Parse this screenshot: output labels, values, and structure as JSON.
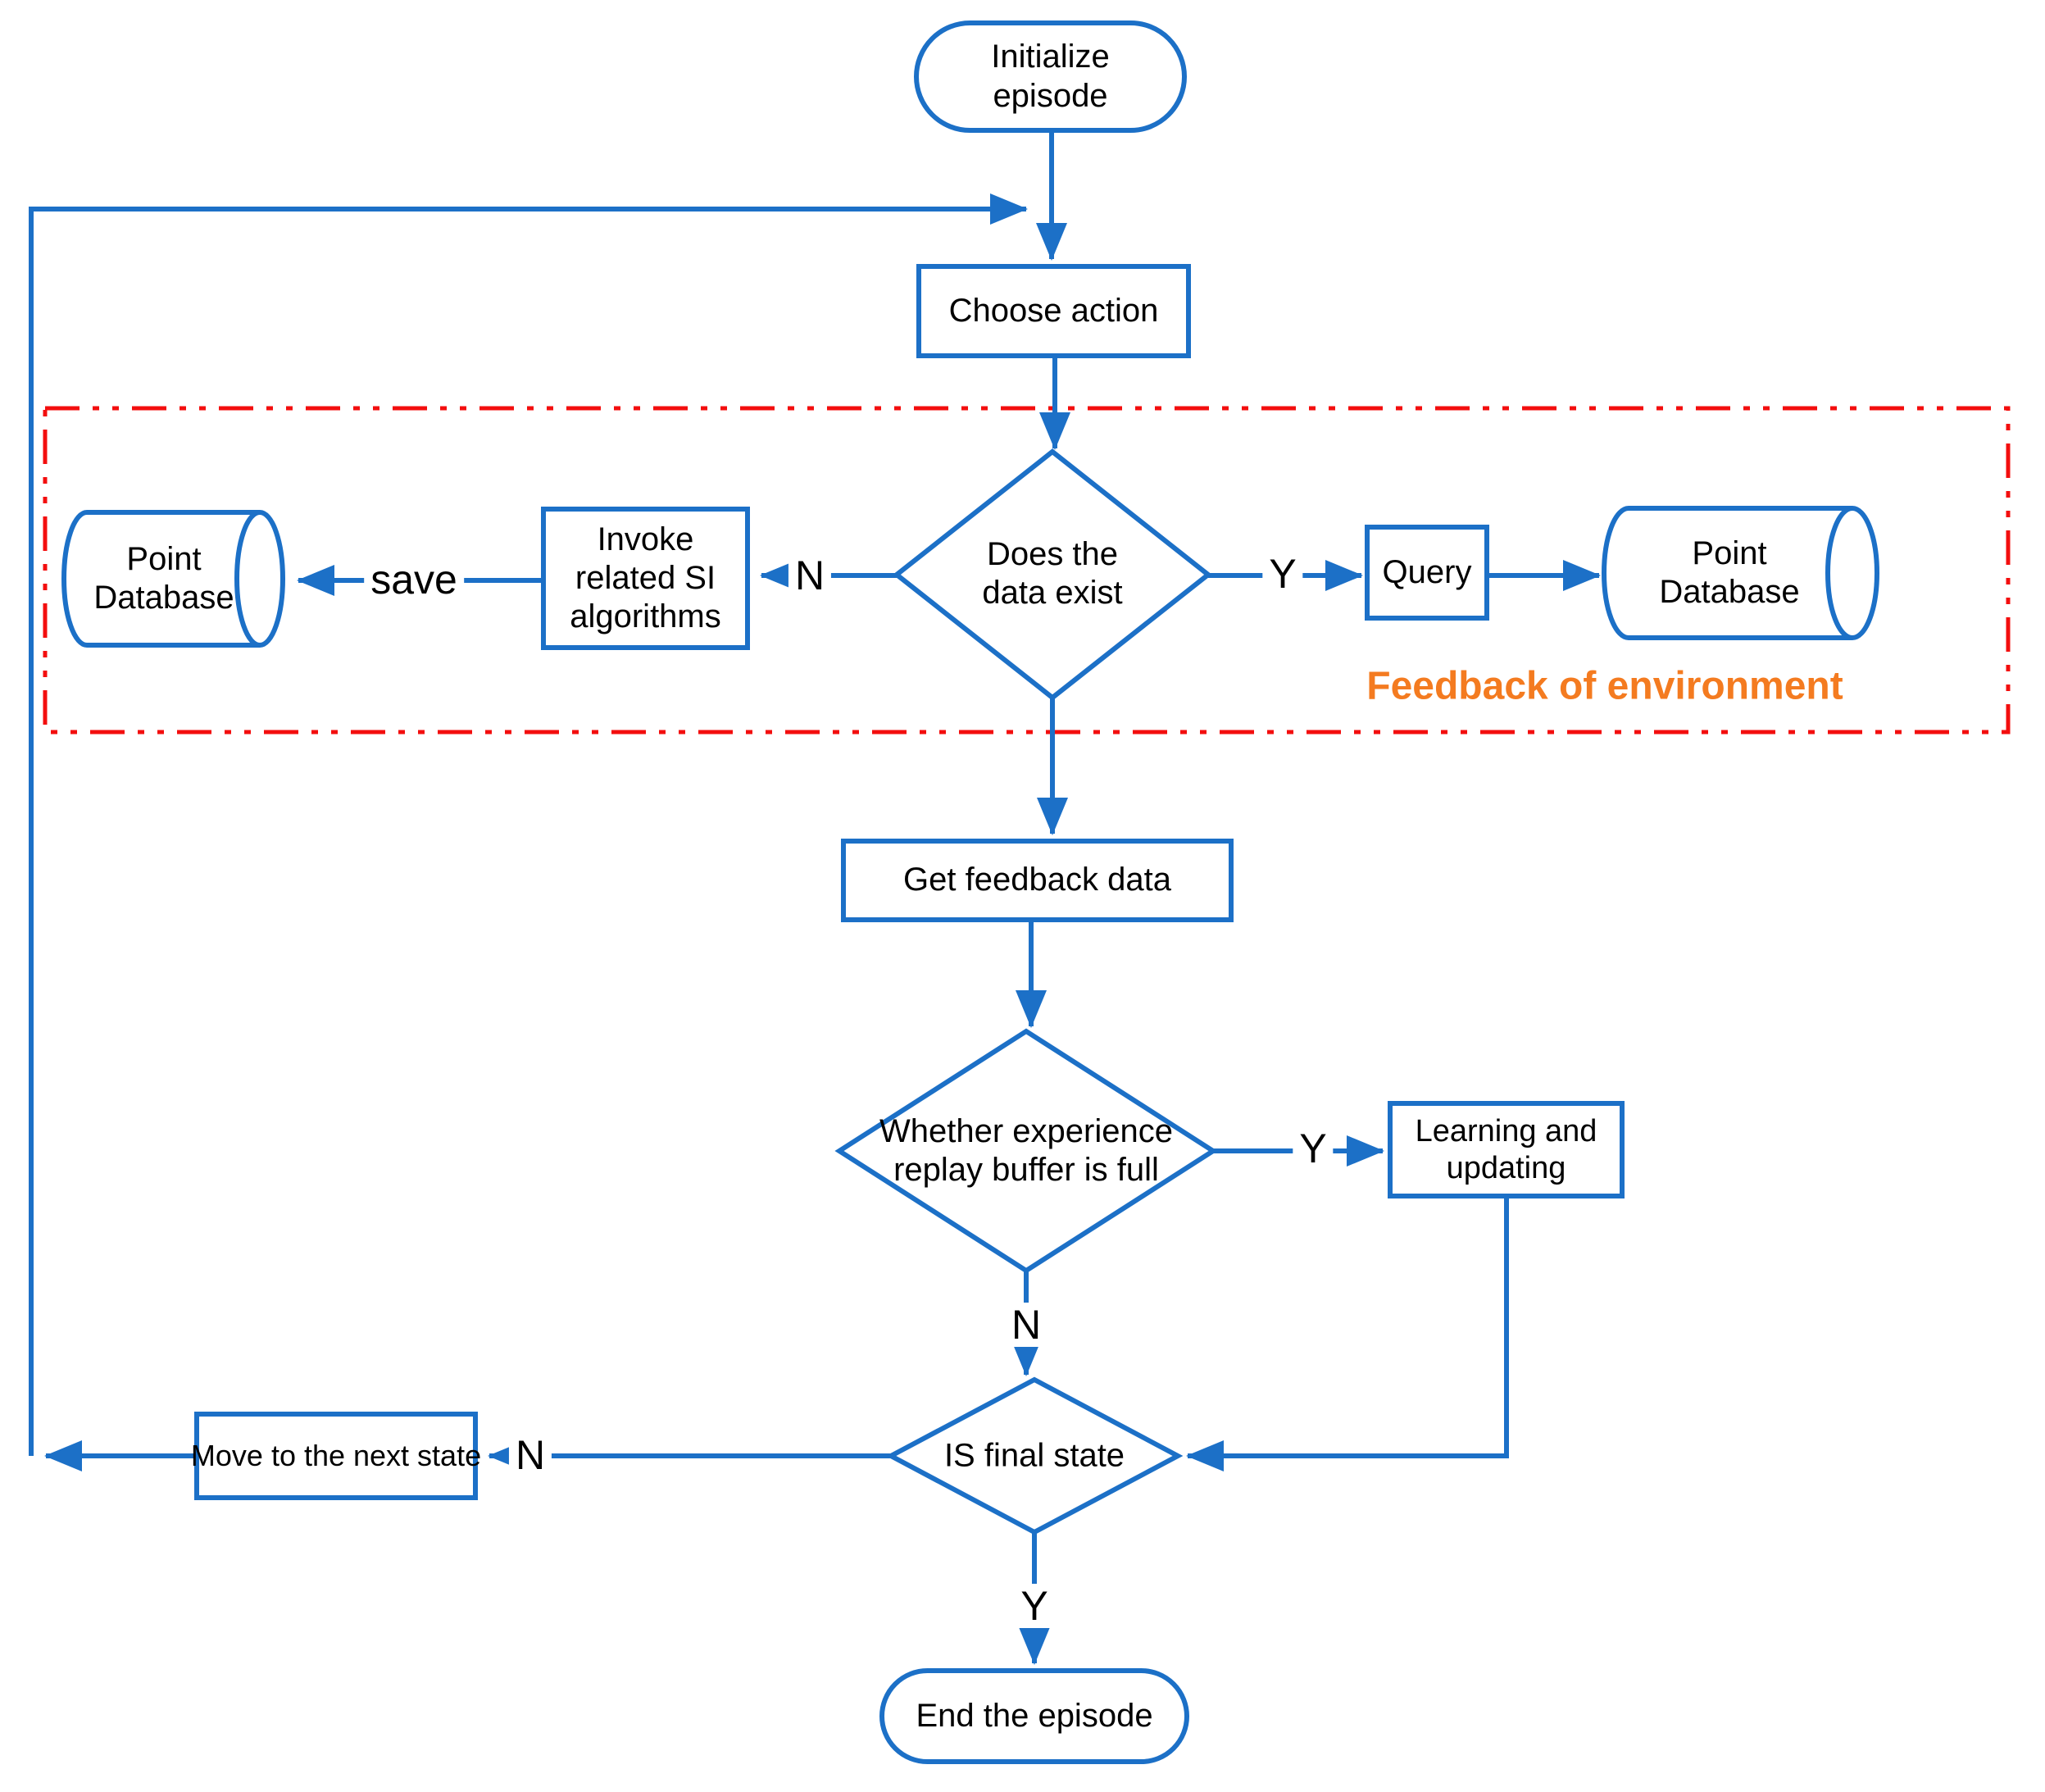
{
  "diagram": {
    "type": "flowchart",
    "colors": {
      "shape_stroke_blue": "#1C70C7",
      "region_border_red": "#F30E0E",
      "region_label_orange": "#F47B20",
      "text_black": "#000000",
      "background": "#ffffff"
    },
    "nodes": {
      "initialize_episode": "Initialize episode",
      "choose_action": "Choose action",
      "does_data_exist": "Does the data exist",
      "invoke_si": "Invoke related SI algorithms",
      "point_database_left": "Point Database",
      "query": "Query",
      "point_database_right": "Point Database",
      "get_feedback_data": "Get feedback data",
      "buffer_full": "Whether experience replay buffer is full",
      "learning_updating": "Learning and updating",
      "is_final_state": "IS final state",
      "move_next_state": "Move to the next state",
      "end_episode": "End the episode"
    },
    "edge_labels": {
      "save": "save",
      "no_data": "N",
      "yes_data": "Y",
      "no_buffer": "N",
      "yes_buffer": "Y",
      "no_final": "N",
      "yes_final": "Y"
    },
    "region": {
      "label": "Feedback of environment"
    },
    "edges": [
      {
        "from": "initialize_episode",
        "to": "choose_action",
        "label": ""
      },
      {
        "from": "choose_action",
        "to": "does_data_exist",
        "label": ""
      },
      {
        "from": "does_data_exist",
        "to": "invoke_si",
        "label": "N"
      },
      {
        "from": "invoke_si",
        "to": "point_database_left",
        "label": "save"
      },
      {
        "from": "does_data_exist",
        "to": "query",
        "label": "Y"
      },
      {
        "from": "query",
        "to": "point_database_right",
        "label": ""
      },
      {
        "from": "does_data_exist",
        "to": "get_feedback_data",
        "label": ""
      },
      {
        "from": "get_feedback_data",
        "to": "buffer_full",
        "label": ""
      },
      {
        "from": "buffer_full",
        "to": "learning_updating",
        "label": "Y"
      },
      {
        "from": "buffer_full",
        "to": "is_final_state",
        "label": "N"
      },
      {
        "from": "learning_updating",
        "to": "is_final_state",
        "label": ""
      },
      {
        "from": "is_final_state",
        "to": "move_next_state",
        "label": "N"
      },
      {
        "from": "move_next_state",
        "to": "choose_action",
        "label": ""
      },
      {
        "from": "is_final_state",
        "to": "end_episode",
        "label": "Y"
      }
    ]
  }
}
